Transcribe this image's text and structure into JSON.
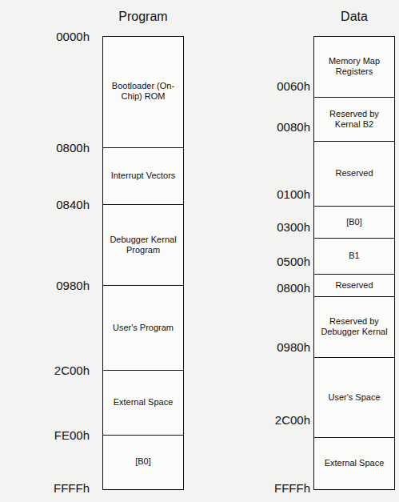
{
  "diagram": {
    "nodes": [
      {
        "text": [
          "Program"
        ]
      },
      {
        "text": [
          "Bootloader (On-Chip) ROM"
        ],
        "in": 0
      },
      {
        "text": [
          "Interrupt Vectors"
        ],
        "in": 0
      },
      {
        "text": [
          "Debugger Kernal Program"
        ],
        "in": 0
      },
      {
        "text": [
          "User's Program"
        ],
        "in": 0
      },
      {
        "text": [
          "External Space"
        ],
        "in": 0
      },
      {
        "text": [
          "[B0]"
        ],
        "in": 0
      },
      {
        "text": [
          "Data"
        ]
      },
      {
        "text": [
          "Memory Map Registers"
        ],
        "in": 7
      },
      {
        "text": [
          "Reserved by Kernal B2"
        ],
        "in": 7
      },
      {
        "text": [
          "Reserved"
        ],
        "in": 7
      },
      {
        "text": [
          "[B0]"
        ],
        "in": 7
      },
      {
        "text": [
          "B1"
        ],
        "in": 7
      },
      {
        "text": [
          "Reserved"
        ],
        "in": 7
      },
      {
        "text": [
          "Reserved by Debugger Kernal"
        ],
        "in": 7
      },
      {
        "text": [
          "User's Space"
        ],
        "in": 7
      },
      {
        "text": [
          "External Space"
        ],
        "in": 7
      }
    ],
    "labels": [
      "0000h",
      "0800h",
      "0840h",
      "0980h",
      "2C00h",
      "FE00h",
      "FFFFh",
      "0060h",
      "0080h",
      "0100h",
      "0300h",
      "0500h",
      "0800h",
      "0980h",
      "2C00h",
      "FFFFh"
    ]
  }
}
